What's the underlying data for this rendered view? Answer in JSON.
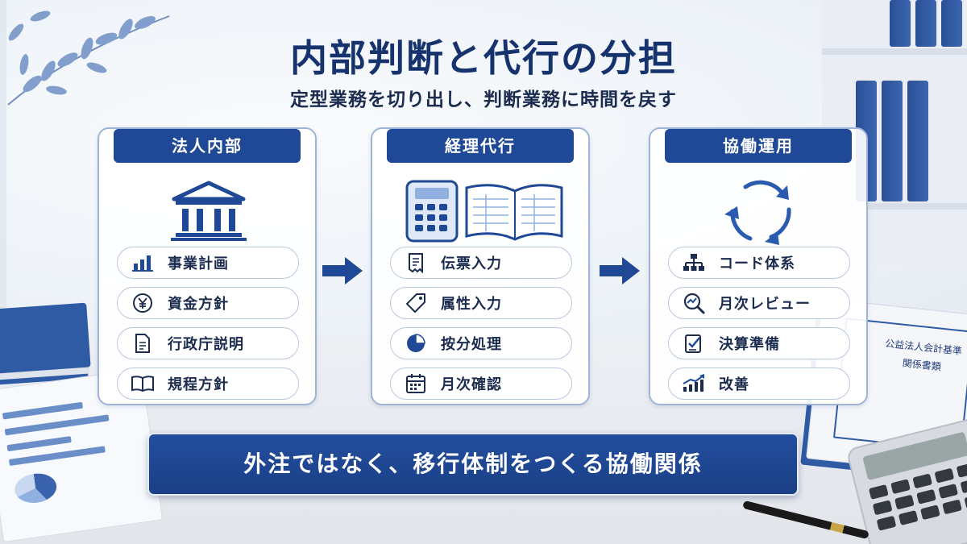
{
  "title": "内部判断と代行の分担",
  "subtitle": "定型業務を切り出し、判断業務に時間を戻す",
  "colors": {
    "primary": "#1f4896",
    "border": "#9fb4d6",
    "text": "#1b2c4f"
  },
  "panels": [
    {
      "heading": "法人内部",
      "icon": "institution-building-icon",
      "items": [
        {
          "label": "事業計画",
          "icon": "bar-chart-icon"
        },
        {
          "label": "資金方針",
          "icon": "yen-coin-icon"
        },
        {
          "label": "行政庁説明",
          "icon": "document-icon"
        },
        {
          "label": "規程方針",
          "icon": "open-book-icon"
        }
      ]
    },
    {
      "heading": "経理代行",
      "icon": "calculator-ledger-icon",
      "items": [
        {
          "label": "伝票入力",
          "icon": "receipt-icon"
        },
        {
          "label": "属性入力",
          "icon": "tag-icon"
        },
        {
          "label": "按分処理",
          "icon": "pie-chart-icon"
        },
        {
          "label": "月次確認",
          "icon": "calendar-icon"
        }
      ]
    },
    {
      "heading": "協働運用",
      "icon": "cycle-arrows-icon",
      "items": [
        {
          "label": "コード体系",
          "icon": "hierarchy-icon"
        },
        {
          "label": "月次レビュー",
          "icon": "magnifier-chart-icon"
        },
        {
          "label": "決算準備",
          "icon": "checklist-icon"
        },
        {
          "label": "改善",
          "icon": "growth-chart-icon"
        }
      ]
    }
  ],
  "banner": "外注ではなく、移行体制をつくる協働関係",
  "folder_label": [
    "公益法人会計基準",
    "関係書類"
  ]
}
